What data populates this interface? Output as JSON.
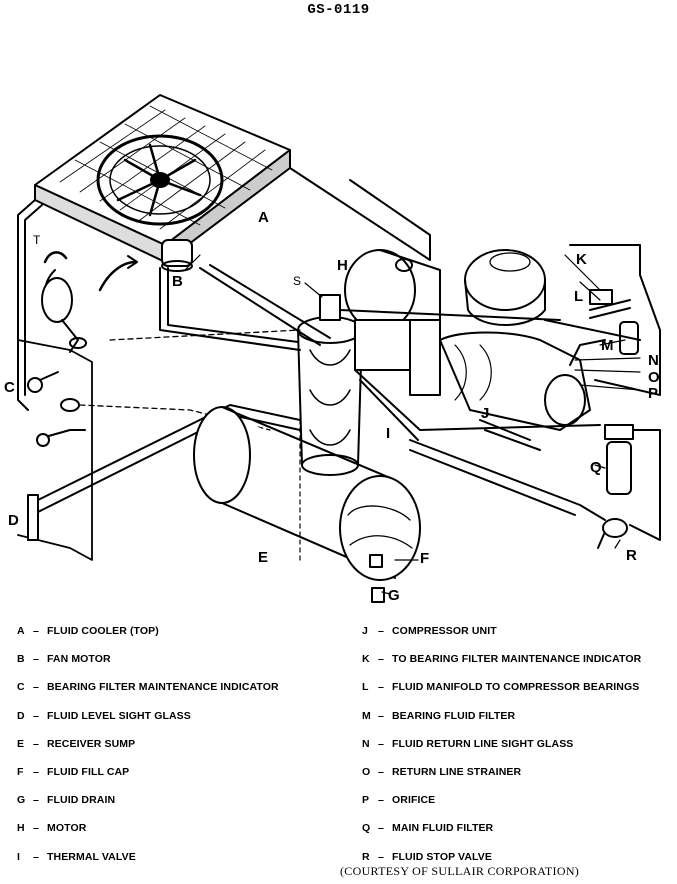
{
  "header": {
    "title": "GS-0119"
  },
  "diagram": {
    "callouts": {
      "A": "A",
      "B": "B",
      "C": "C",
      "D": "D",
      "E": "E",
      "F": "F",
      "G": "G",
      "H": "H",
      "I": "I",
      "J": "J",
      "K": "K",
      "L": "L",
      "M": "M",
      "N": "N",
      "O": "O",
      "P": "P",
      "Q": "Q",
      "R": "R",
      "S": "S",
      "T": "T"
    }
  },
  "legend": {
    "left": [
      {
        "key": "A",
        "label": "FLUID COOLER (TOP)"
      },
      {
        "key": "B",
        "label": "FAN MOTOR"
      },
      {
        "key": "C",
        "label": "BEARING FILTER MAINTENANCE INDICATOR"
      },
      {
        "key": "D",
        "label": "FLUID LEVEL SIGHT GLASS"
      },
      {
        "key": "E",
        "label": "RECEIVER SUMP"
      },
      {
        "key": "F",
        "label": "FLUID FILL CAP"
      },
      {
        "key": "G",
        "label": "FLUID DRAIN"
      },
      {
        "key": "H",
        "label": "MOTOR"
      },
      {
        "key": "I",
        "label": "THERMAL VALVE"
      }
    ],
    "right": [
      {
        "key": "J",
        "label": "COMPRESSOR UNIT"
      },
      {
        "key": "K",
        "label": "TO BEARING FILTER MAINTENANCE INDICATOR"
      },
      {
        "key": "L",
        "label": "FLUID MANIFOLD TO COMPRESSOR BEARINGS"
      },
      {
        "key": "M",
        "label": "BEARING FLUID FILTER"
      },
      {
        "key": "N",
        "label": "FLUID RETURN LINE SIGHT GLASS"
      },
      {
        "key": "O",
        "label": "RETURN LINE STRAINER"
      },
      {
        "key": "P",
        "label": "ORIFICE"
      },
      {
        "key": "Q",
        "label": "MAIN FLUID FILTER"
      },
      {
        "key": "R",
        "label": "FLUID STOP VALVE"
      }
    ],
    "dash": "–"
  },
  "footer": {
    "credit": "(COURTESY OF SULLAIR CORPORATION)"
  }
}
